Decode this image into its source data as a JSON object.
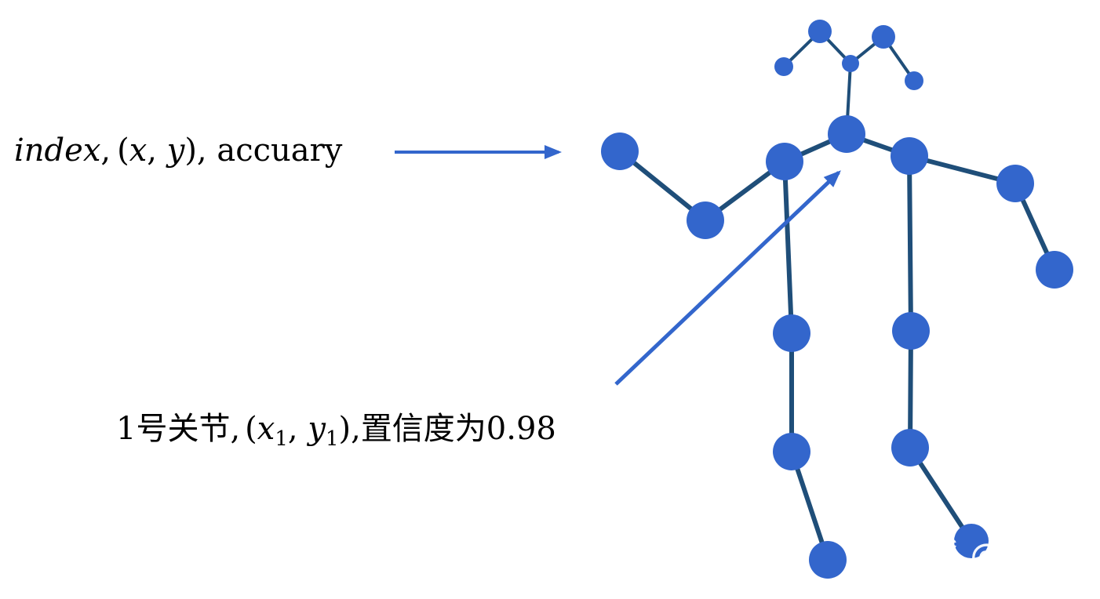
{
  "labels": {
    "top_italic": "index",
    "top_comma1": ",",
    "top_paren_open": "(",
    "top_x": "x",
    "top_comma2": ", ",
    "top_y": "y",
    "top_paren_close": "),",
    "top_word": " accuary",
    "bottom_prefix": "1号关节,",
    "bottom_paren_open": "(",
    "bottom_x": "x",
    "bottom_x_sub": "1",
    "bottom_comma": ", ",
    "bottom_y": "y",
    "bottom_y_sub": "1",
    "bottom_paren_close": "),",
    "bottom_suffix": "置信度为0.98"
  },
  "watermark": {
    "text": "知乎 @纵横"
  },
  "colors": {
    "bone": "#1f4e79",
    "joint": "#3366cc",
    "arrow": "#3366cc",
    "text": "#000000",
    "background": "#ffffff"
  },
  "skeleton": {
    "joints": [
      "nose",
      "left-eye",
      "right-eye",
      "left-ear",
      "right-ear",
      "neck",
      "right-shoulder",
      "right-elbow",
      "right-wrist",
      "left-shoulder",
      "left-elbow",
      "left-wrist",
      "right-hip",
      "right-knee",
      "right-ankle",
      "left-hip",
      "left-knee",
      "left-ankle"
    ],
    "bones": [
      [
        "left-ear",
        "left-eye"
      ],
      [
        "left-eye",
        "nose"
      ],
      [
        "nose",
        "right-eye"
      ],
      [
        "right-eye",
        "right-ear"
      ],
      [
        "nose",
        "neck"
      ],
      [
        "neck",
        "right-shoulder"
      ],
      [
        "right-shoulder",
        "right-elbow"
      ],
      [
        "right-elbow",
        "right-wrist"
      ],
      [
        "neck",
        "left-shoulder"
      ],
      [
        "left-shoulder",
        "left-elbow"
      ],
      [
        "left-elbow",
        "left-wrist"
      ],
      [
        "right-shoulder",
        "right-hip"
      ],
      [
        "right-hip",
        "right-knee"
      ],
      [
        "right-knee",
        "right-ankle"
      ],
      [
        "left-shoulder",
        "left-hip"
      ],
      [
        "left-hip",
        "left-knee"
      ],
      [
        "left-knee",
        "left-ankle"
      ]
    ]
  }
}
